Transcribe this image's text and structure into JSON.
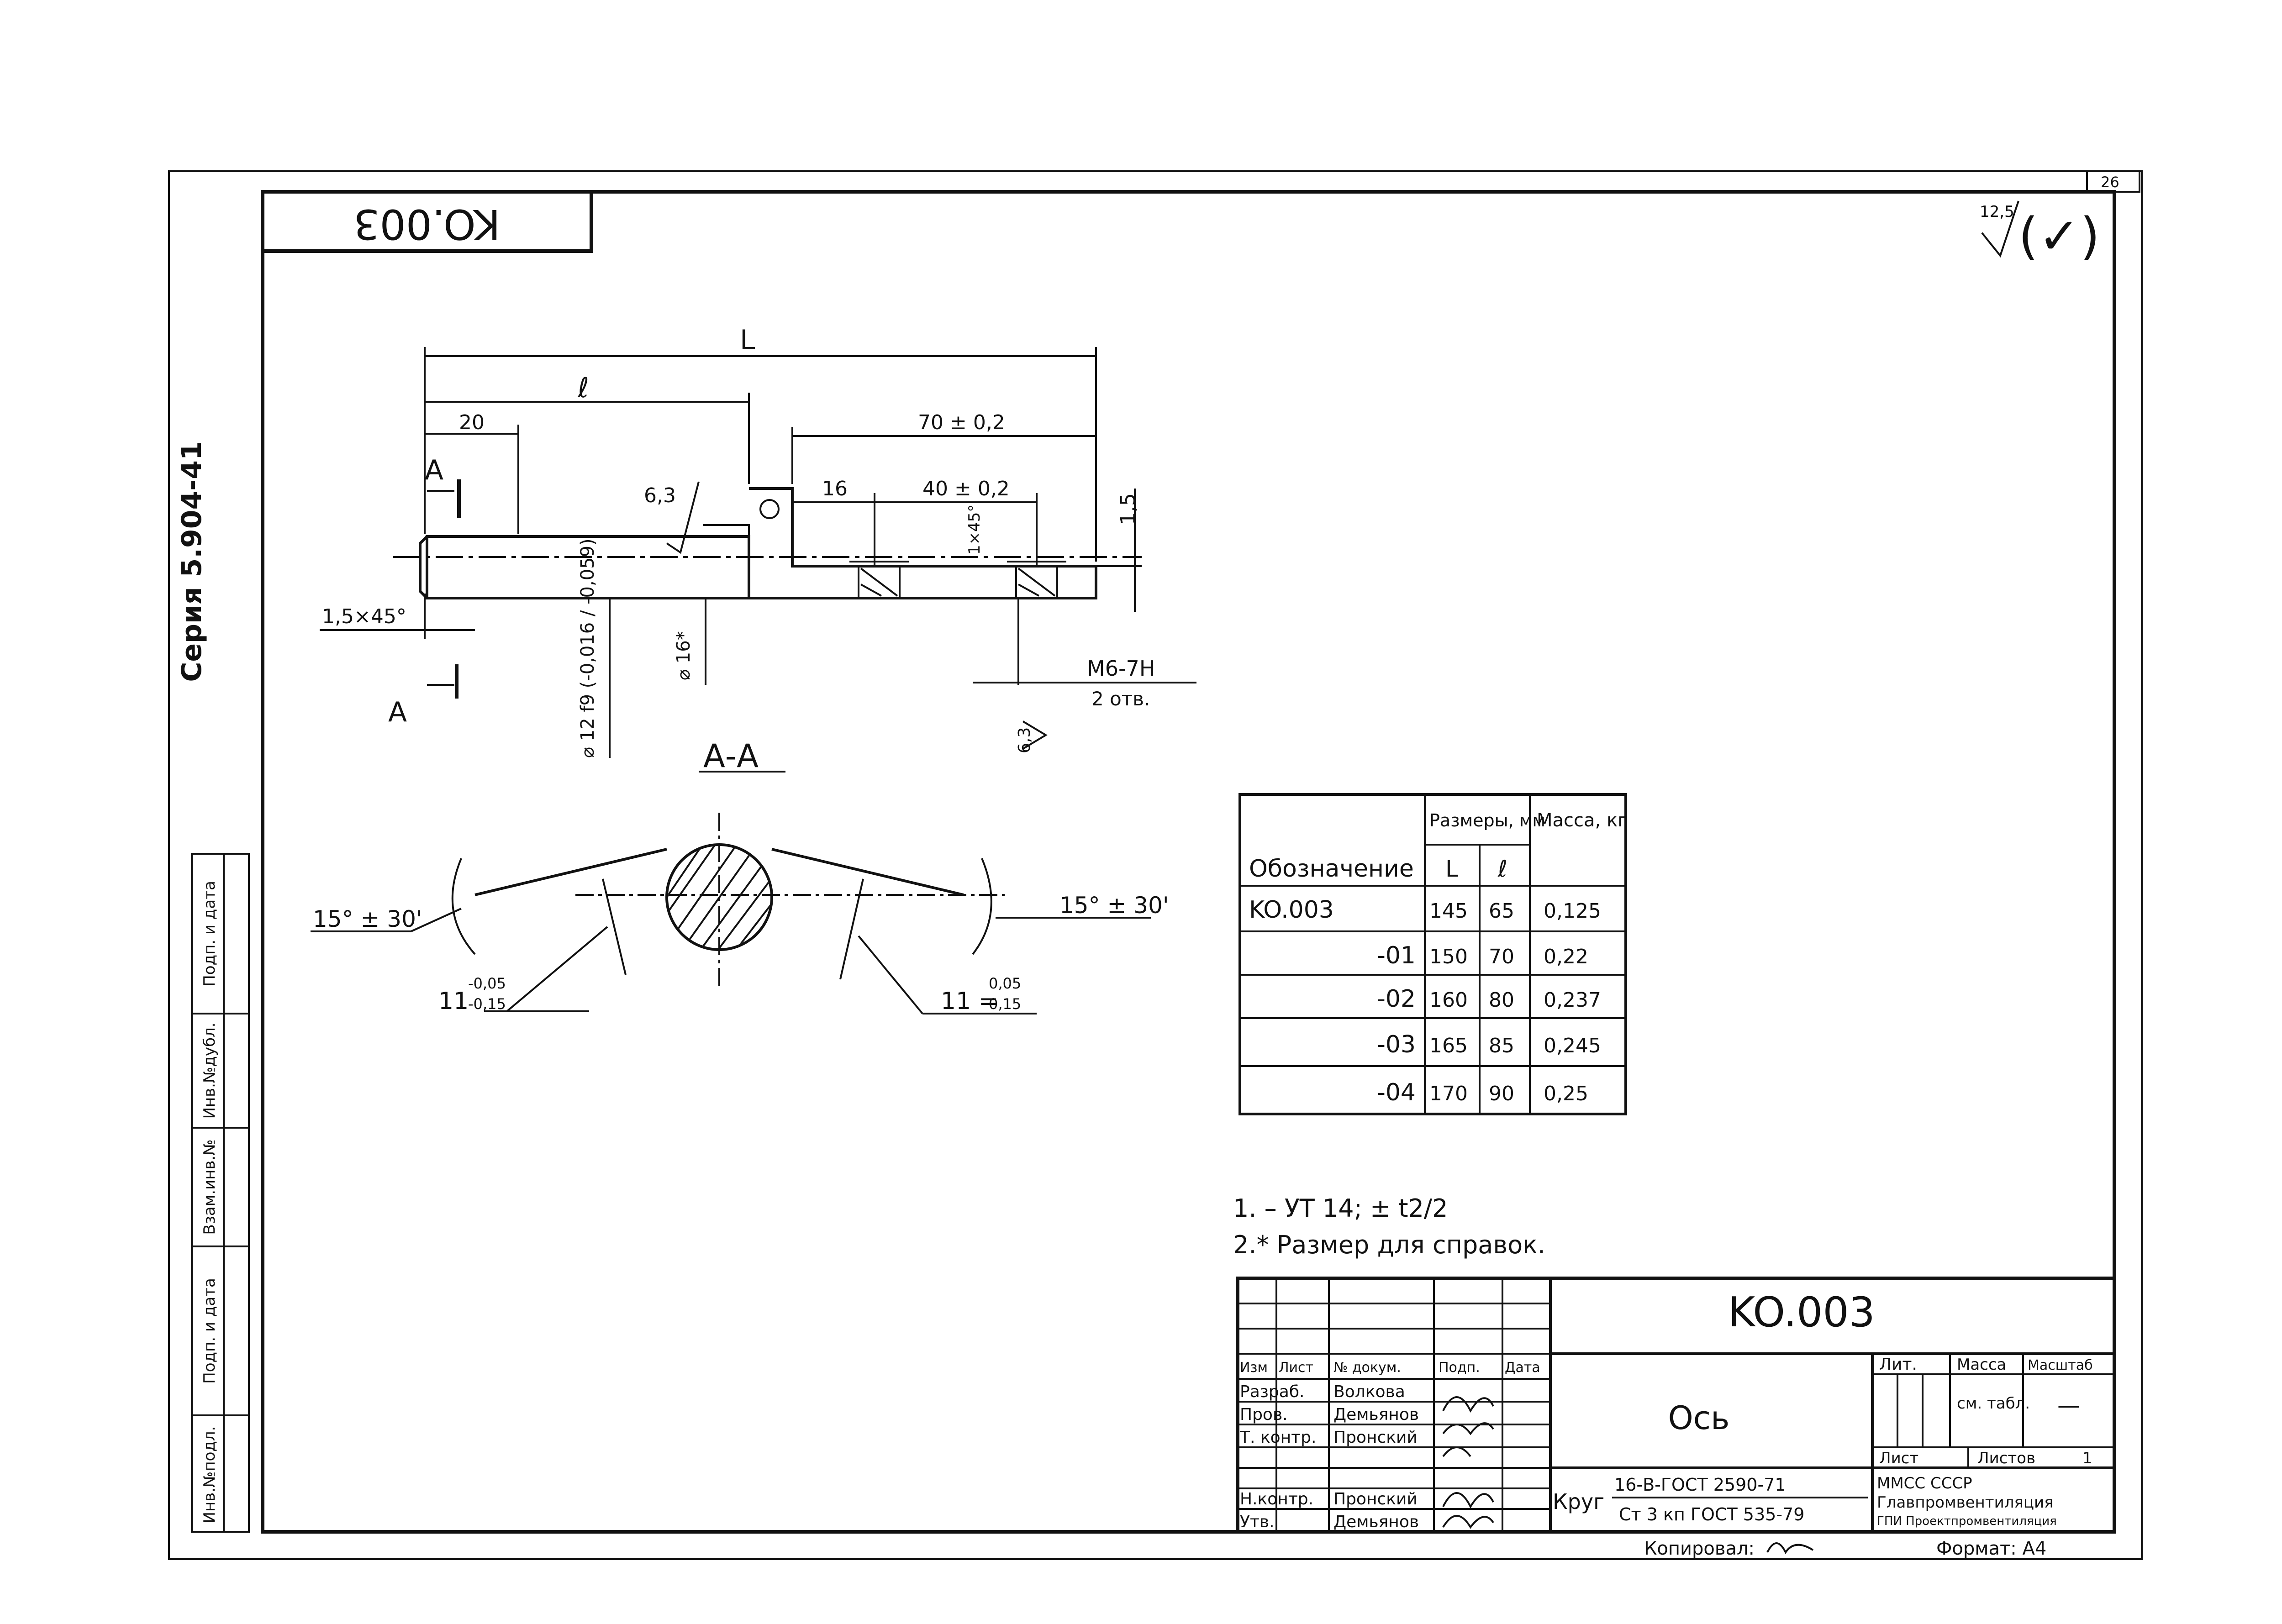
{
  "sheet_corner": {
    "sheet_number": "26"
  },
  "top_stamp": {
    "code": "KO.003"
  },
  "roughness": {
    "value": "12,5",
    "general_symbol": "(✓)"
  },
  "side_strip": {
    "series": "Серия 5.904-41",
    "fields": [
      "Инв.№подл.",
      "Подп. и дата",
      "Взам.инв.№",
      "Инв.№дубл.",
      "Подп. и дата"
    ]
  },
  "part_view": {
    "dims": {
      "L": "L",
      "l": "ℓ",
      "d20": "20",
      "d70": "70 ± 0,2",
      "d16": "16",
      "d40": "40 ± 0,2",
      "d45": "1×45°",
      "d15": "1,5",
      "d63a": "6,3",
      "chamfer": "1,5×45°",
      "dia12": "⌀ 12 f9 (-0,016 / -0,059)",
      "dia16": "⌀ 16*",
      "thread": "M6-7H",
      "holes": "2 отв.",
      "d63b": "6,3",
      "sectionA1": "А",
      "sectionA2": "А"
    }
  },
  "section_aa": {
    "title": "А-А",
    "angle_left": "15° ± 30'",
    "angle_right": "15° ± 30'",
    "tol_left_base": "11",
    "tol_left_up": "-0,05",
    "tol_left_down": "-0,15",
    "tol_right_base": "11 =",
    "tol_right_up": "0,05",
    "tol_right_down": "0,15"
  },
  "variants_table": {
    "header_designation": "Обозначение",
    "header_dims": "Размеры, мм",
    "header_L": "L",
    "header_l": "ℓ",
    "header_mass": "Масса, кг",
    "rows": [
      {
        "designation": "KO.003",
        "L": "145",
        "l": "65",
        "mass": "0,125"
      },
      {
        "designation": "-01",
        "L": "150",
        "l": "70",
        "mass": "0,22"
      },
      {
        "designation": "-02",
        "L": "160",
        "l": "80",
        "mass": "0,237"
      },
      {
        "designation": "-03",
        "L": "165",
        "l": "85",
        "mass": "0,245"
      },
      {
        "designation": "-04",
        "L": "170",
        "l": "90",
        "mass": "0,25"
      }
    ]
  },
  "notes": {
    "n1": "1. – УТ 14; ± t2/2",
    "n2": "2.* Размер для справок."
  },
  "title_block": {
    "code": "KO.003",
    "name": "Ось",
    "col_headers": [
      "Изм",
      "Лист",
      "№ докум.",
      "Подп.",
      "Дата"
    ],
    "roles": [
      {
        "role": "Разраб.",
        "person": "Волкова"
      },
      {
        "role": "Пров.",
        "person": "Демьянов"
      },
      {
        "role": "Т. контр.",
        "person": "Пронский"
      },
      {
        "role": "Н.контр.",
        "person": "Пронский"
      },
      {
        "role": "Утв.",
        "person": "Демьянов"
      }
    ],
    "lit_label": "Лит.",
    "mass_label": "Масса",
    "scale_label": "Масштаб",
    "mass_value": "см. табл.",
    "scale_value": "—",
    "sheet_label": "Лист",
    "sheets_label": "Листов",
    "sheets_value": "1",
    "material_prefix": "Круг",
    "material_top": "16-В-ГОСТ 2590-71",
    "material_bottom": "Ст 3 кп ГОСТ 535-79",
    "org1": "ММСС СССР",
    "org2": "Главпромвентиляция",
    "org3": "ГПИ Проектпромвентиляция"
  },
  "footer": {
    "copied": "Копировал:",
    "format": "Формат: А4"
  }
}
